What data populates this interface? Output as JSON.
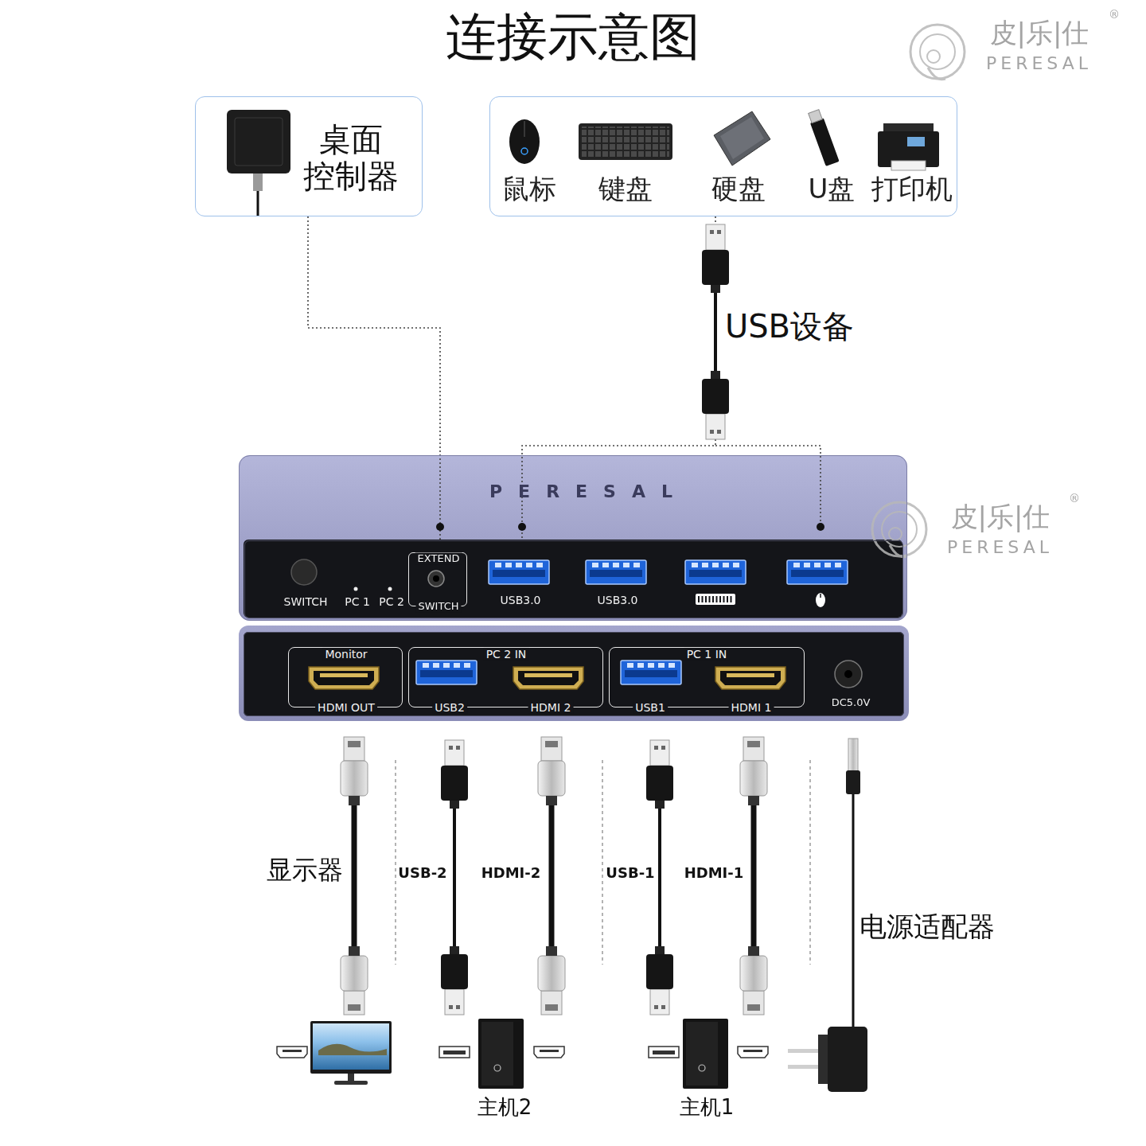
{
  "diagram": {
    "title": "连接示意图",
    "nodes": [
      {
        "text": [
          "桌面 控制器"
        ]
      },
      {
        "text": [
          "鼠标",
          "键盘",
          "硬盘",
          "U盘",
          "打印机"
        ]
      },
      {
        "text": [
          "PERESAL"
        ]
      },
      {
        "text": [
          "SWITCH",
          "PC 1",
          "PC 2",
          "USB3.0",
          "USB3.0"
        ],
        "in": 2
      },
      {
        "text": [
          "EXTEND",
          "SWITCH"
        ],
        "in": 3
      },
      {
        "text": [
          "DC5.0V"
        ]
      },
      {
        "text": [
          "Monitor",
          "HDMI OUT"
        ],
        "in": 5
      },
      {
        "text": [
          "PC 2 IN",
          "USB2",
          "HDMI 2"
        ],
        "in": 5
      },
      {
        "text": [
          "PC 1 IN",
          "USB1",
          "HDMI 1"
        ],
        "in": 5
      }
    ],
    "edges": [
      {
        "from": 0,
        "to": 3,
        "arrow": "none"
      },
      {
        "from": 1,
        "to": 3,
        "label": "USB设备",
        "arrow": "none"
      }
    ],
    "labels": [
      "皮|乐|仕",
      "PERESAL",
      "®",
      "皮|乐|仕",
      "PERESAL",
      "®",
      "显示器",
      "USB-2",
      "HDMI-2",
      "USB-1",
      "HDMI-1",
      "电源适配器",
      "主机2",
      "主机1"
    ]
  }
}
